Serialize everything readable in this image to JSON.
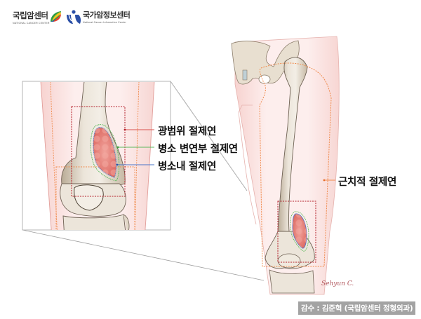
{
  "header": {
    "logo_left": {
      "name_kr": "국립암센터",
      "name_en": "NATIONAL CANCER CENTER",
      "icon": "ncc-leaf-logo-icon"
    },
    "logo_right": {
      "name_kr": "국가암정보센터",
      "name_en": "National Cancer Information Center",
      "icon": "ncic-figure-logo-icon"
    }
  },
  "illustration": {
    "subject": "femur-knee-bone-tumor-resection-margins",
    "inset": {
      "labels": [
        {
          "text": "광범위 절제연",
          "line_color": "#d9534f"
        },
        {
          "text": "병소 변연부 절제연",
          "line_color": "#5cb85c"
        },
        {
          "text": "병소내 절제연",
          "line_color": "#4a74c9"
        }
      ]
    },
    "main_label": {
      "text": "근치적 절제연",
      "line_color": "#f08a4b"
    },
    "signature": "Sehyun C."
  },
  "footer": {
    "credit": "감수 : 김준혁 (국립암센터 정형외과)"
  },
  "colors": {
    "skin": "#fbe3e1",
    "skin_edge": "#e8a9a6",
    "bone": "#e6ddd0",
    "bone_edge": "#6e6153",
    "tumor": "#e47a72",
    "wide_margin": "#c0392b",
    "marginal_margin": "#5cb85c",
    "intralesional_margin": "#4a74c9",
    "radical_margin": "#f08a4b",
    "credit_bg": "#a3a3a3"
  }
}
